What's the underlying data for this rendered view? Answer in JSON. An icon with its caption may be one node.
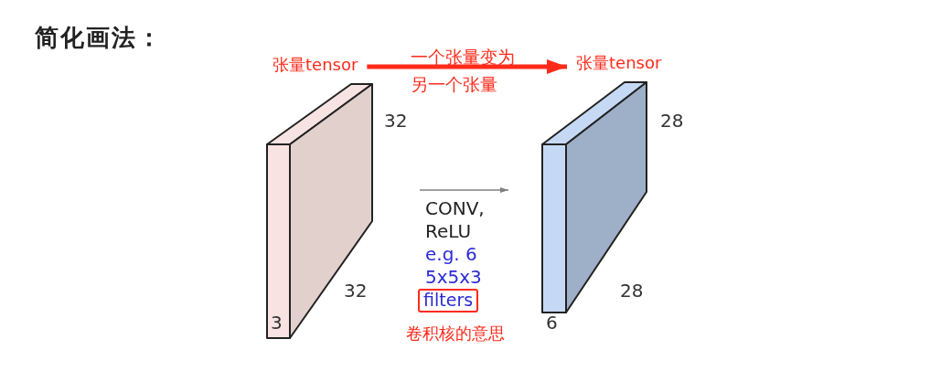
{
  "diagram": {
    "title": "简化画法：",
    "nodes": [
      {
        "text": [
          "张量tensor"
        ]
      },
      {
        "text": [
          "张量tensor"
        ]
      },
      {
        "text": [],
        "shape": "box",
        "beside": [
          "32",
          "32",
          "3"
        ]
      },
      {
        "text": [],
        "shape": "box",
        "beside": [
          "28",
          "28",
          "6"
        ]
      },
      {
        "text": [
          "filters"
        ]
      }
    ],
    "edges": [
      {
        "from": 0,
        "to": 1,
        "arrow": "to",
        "label": "一个张量变为另一个张量",
        "style": "thick",
        "color": "#ff2a1a"
      },
      {
        "from": 2,
        "to": 3,
        "arrow": "to",
        "color": "#808080"
      }
    ],
    "labels": [
      "CONV,",
      "ReLU",
      "e.g. 6",
      "5x5x3",
      "卷积核的意思"
    ]
  }
}
